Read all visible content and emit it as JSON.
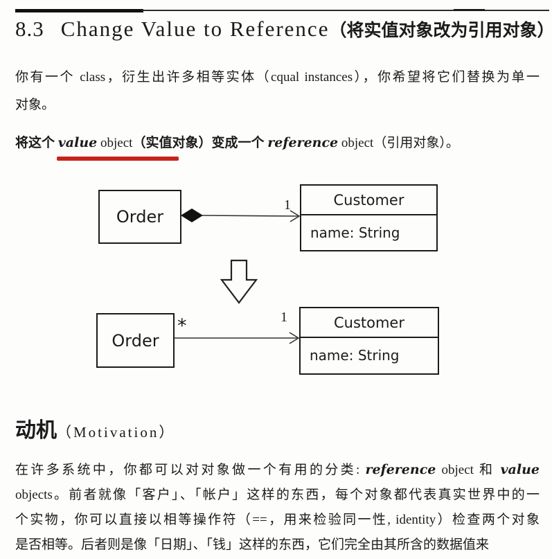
{
  "title": {
    "number": "8.3",
    "en": "Change Value to Reference",
    "zh": "（将实值对象改为引用对象）"
  },
  "intro": {
    "line1": "你有一个 class，衍生出许多相等实体（cqual instances），你希望将它们替换为单一",
    "line2": "对象。"
  },
  "statement": {
    "s1": "将这个 ",
    "s2": "value",
    "s3": " object",
    "s4": "（实值对象）",
    "s5": "变成一个 ",
    "s6": "reference",
    "s7": " object",
    "s8": "（引用对象）。"
  },
  "colors": {
    "underline_red": "#c5241b",
    "ink": "#1b1b1b"
  },
  "diagram_before": {
    "order_label": "Order",
    "customer_label": "Customer",
    "customer_attr": "name: String",
    "mult_customer": "1"
  },
  "diagram_after": {
    "order_label": "Order",
    "mult_order": "*",
    "mult_customer": "1",
    "customer_label": "Customer",
    "customer_attr": "name: String"
  },
  "motivation": {
    "heading_zh": "动机",
    "heading_en": "（Motivation）",
    "l1a": "在许多系统中，你都可以对对象做一个有用的分类: ",
    "l1b": "reference",
    "l1c": " object 和 ",
    "l1d": "value",
    "l2": "objects。前者就像「客户」、「帐户」这样的东西，每个对象都代表真实世界中的一",
    "l3": "个实物，你可以直接以相等操作符（==，用来检验同一性, identity）检查两个对象",
    "l4": "是否相等。后者则是像「日期」、「钱」这样的东西，它们完全由其所含的数据值来"
  }
}
